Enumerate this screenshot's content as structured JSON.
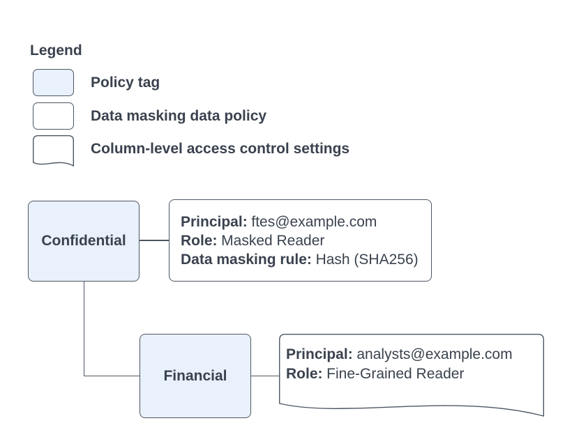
{
  "colors": {
    "background": "#ffffff",
    "node_fill": "#e8f1fc",
    "box_fill": "#ffffff",
    "stroke": "#4d5662",
    "text": "#3a424e"
  },
  "legend": {
    "title": "Legend",
    "items": [
      {
        "shape": "policy-tag-swatch",
        "label": "Policy tag"
      },
      {
        "shape": "data-policy-swatch",
        "label": "Data masking data policy"
      },
      {
        "shape": "document-swatch",
        "label": "Column-level access control settings"
      }
    ]
  },
  "diagram": {
    "nodes": [
      {
        "id": "confidential",
        "type": "policy-tag",
        "label": "Confidential"
      },
      {
        "id": "financial",
        "type": "policy-tag",
        "label": "Financial"
      }
    ],
    "policies": [
      {
        "id": "confidential-data-policy",
        "type": "data-masking-data-policy",
        "fields": [
          {
            "label": "Principal:",
            "value": "ftes@example.com"
          },
          {
            "label": "Role:",
            "value": "Masked Reader"
          },
          {
            "label": "Data masking rule:",
            "value": "Hash (SHA256)"
          }
        ]
      },
      {
        "id": "financial-access-settings",
        "type": "column-level-access-control-settings",
        "fields": [
          {
            "label": "Principal:",
            "value": "analysts@example.com"
          },
          {
            "label": "Role:",
            "value": "Fine-Grained Reader"
          }
        ]
      }
    ]
  }
}
